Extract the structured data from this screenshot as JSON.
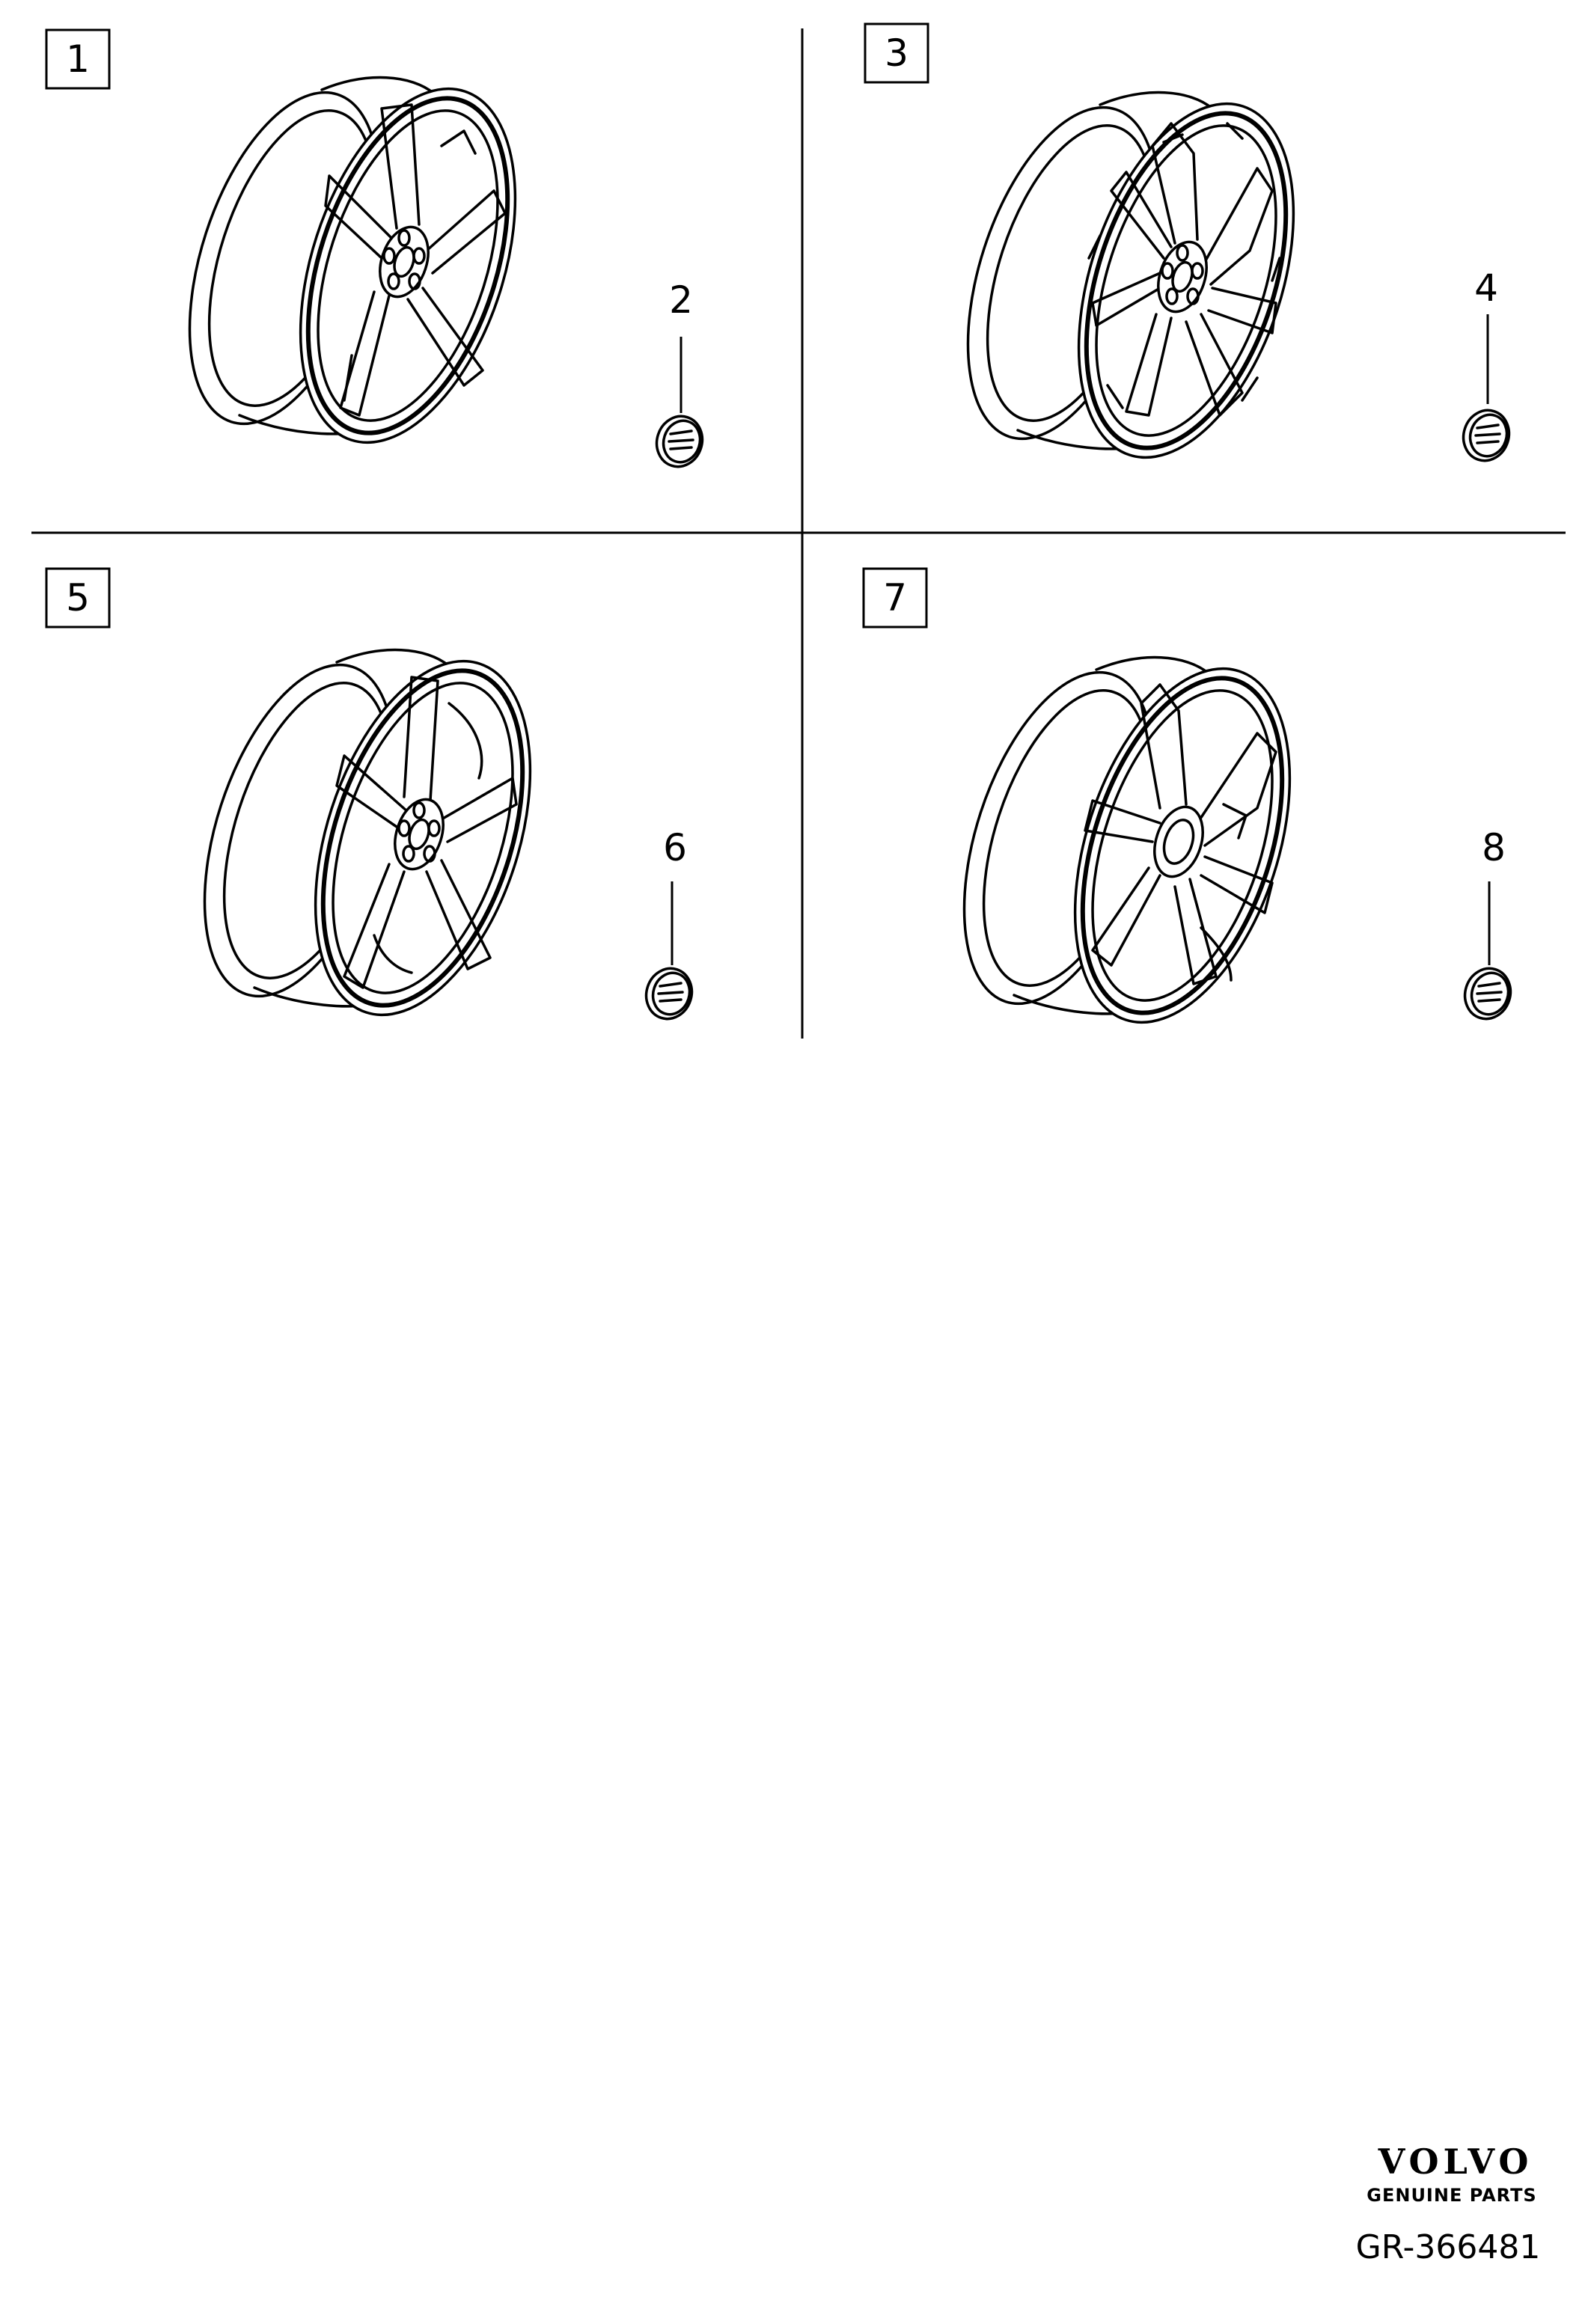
{
  "panels": [
    {
      "item": "1",
      "cap_item": "2",
      "wheel": "five-spoke-wheel"
    },
    {
      "item": "3",
      "cap_item": "4",
      "wheel": "multi-spoke-wheel"
    },
    {
      "item": "5",
      "cap_item": "6",
      "wheel": "five-spoke-wheel"
    },
    {
      "item": "7",
      "cap_item": "8",
      "wheel": "twin-spoke-wheel"
    }
  ],
  "branding": {
    "logo_text": "VOLVO",
    "logo_subtext": "GENUINE PARTS"
  },
  "reference": "GR-366481",
  "colors": {
    "line": "#000000",
    "background": "#ffffff"
  }
}
